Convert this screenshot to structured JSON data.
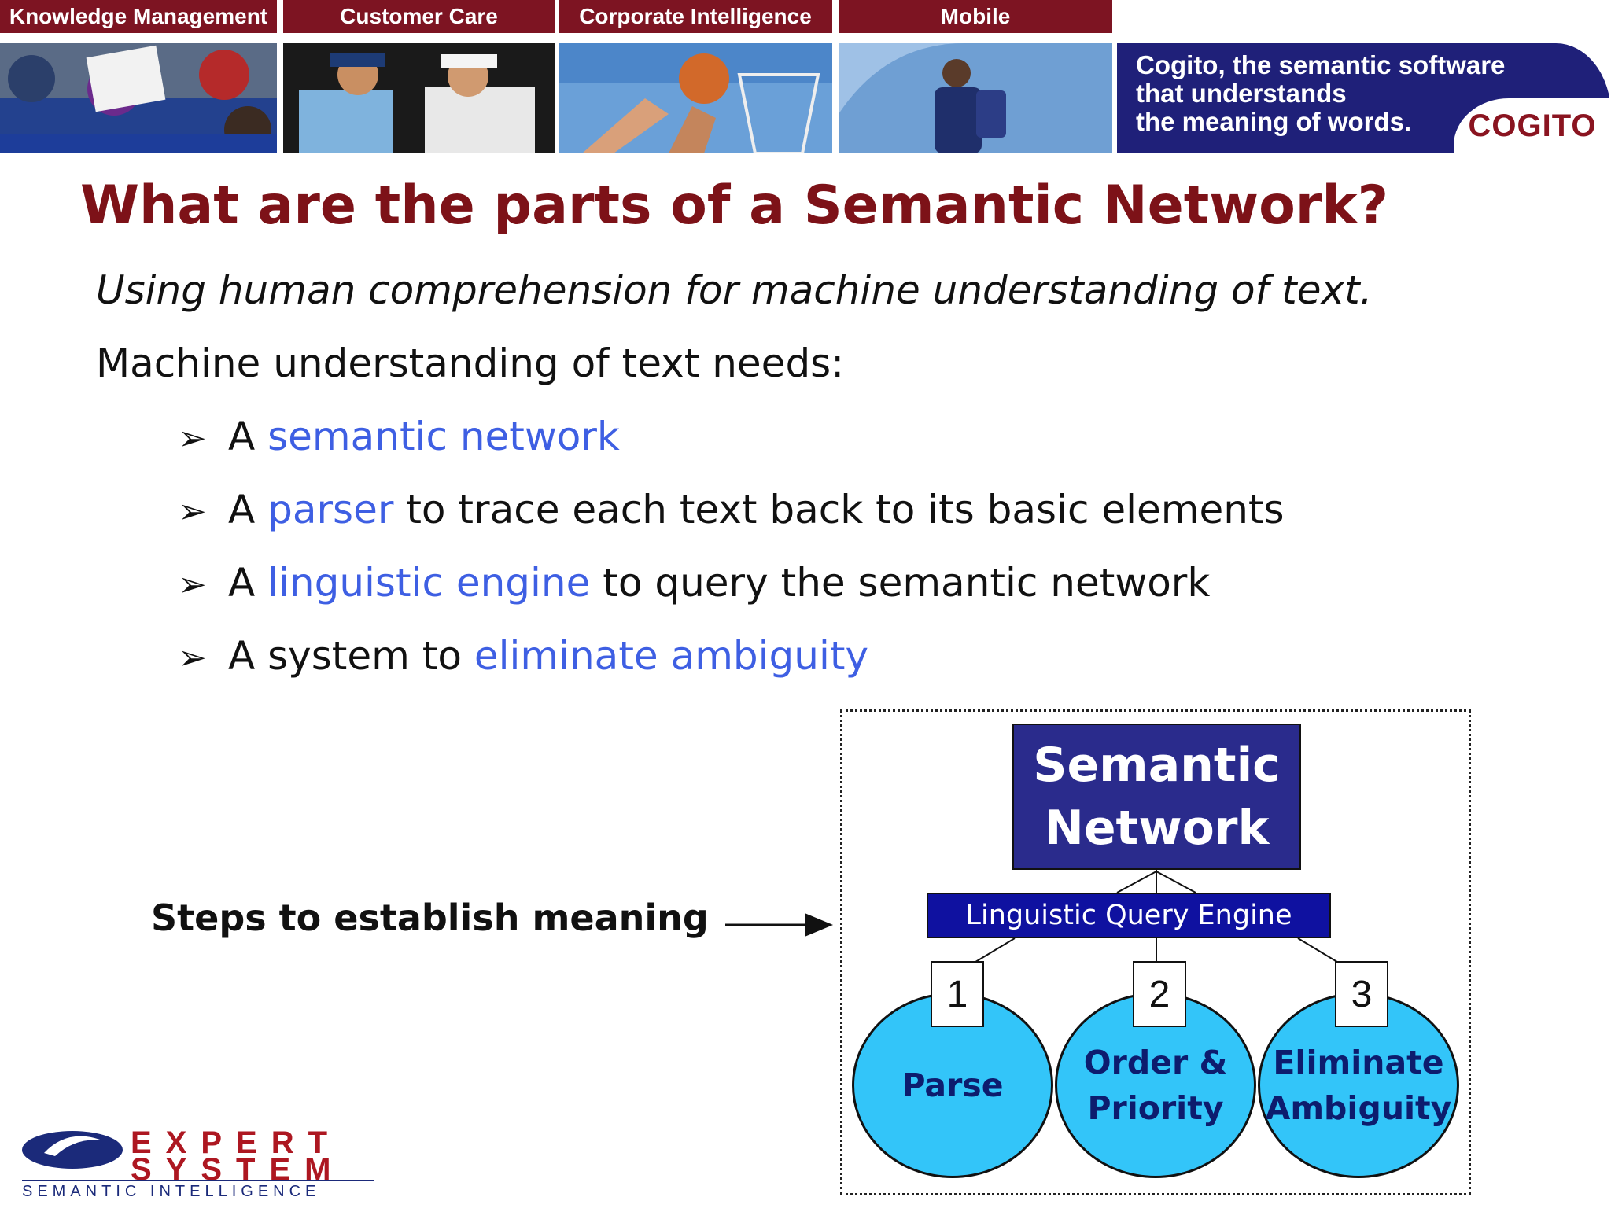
{
  "nav": {
    "tabs": [
      {
        "label": "Knowledge Management"
      },
      {
        "label": "Customer Care"
      },
      {
        "label": "Corporate Intelligence"
      },
      {
        "label": "Mobile"
      }
    ]
  },
  "banner": {
    "tagline": [
      "Cogito, the semantic software",
      "that understands",
      "the meaning of words."
    ],
    "brand": "COGITO"
  },
  "slide": {
    "title": "What are the parts of a Semantic Network?",
    "subtitle": "Using human comprehension for machine understanding of text.",
    "intro": "Machine understanding of text needs:",
    "bullets": [
      {
        "prefix": "A ",
        "highlight": "semantic network",
        "suffix": ""
      },
      {
        "prefix": "A ",
        "highlight": "parser",
        "suffix": " to trace each text back to its basic elements"
      },
      {
        "prefix": "A ",
        "highlight": "linguistic engine",
        "suffix": " to query the semantic network"
      },
      {
        "prefix": "A system to ",
        "highlight": "eliminate ambiguity",
        "suffix": ""
      }
    ],
    "steps_label": "Steps to establish meaning"
  },
  "diagram": {
    "top_box": [
      "Semantic",
      "Network"
    ],
    "engine": "Linguistic Query Engine",
    "steps": [
      {
        "number": "1",
        "lines": [
          "Parse"
        ]
      },
      {
        "number": "2",
        "lines": [
          "Order &",
          "Priority"
        ]
      },
      {
        "number": "3",
        "lines": [
          "Eliminate",
          "Ambiguity"
        ]
      }
    ]
  },
  "logo": {
    "word_top": "EXPERT",
    "word_bottom": "SYSTEM",
    "sub": "SEMANTIC INTELLIGENCE"
  },
  "colors": {
    "header_red": "#7d1422",
    "title_red": "#7d1218",
    "highlight_blue": "#3e5fe3",
    "navy": "#2a2b8c",
    "circle_cyan": "#33c5f9"
  }
}
